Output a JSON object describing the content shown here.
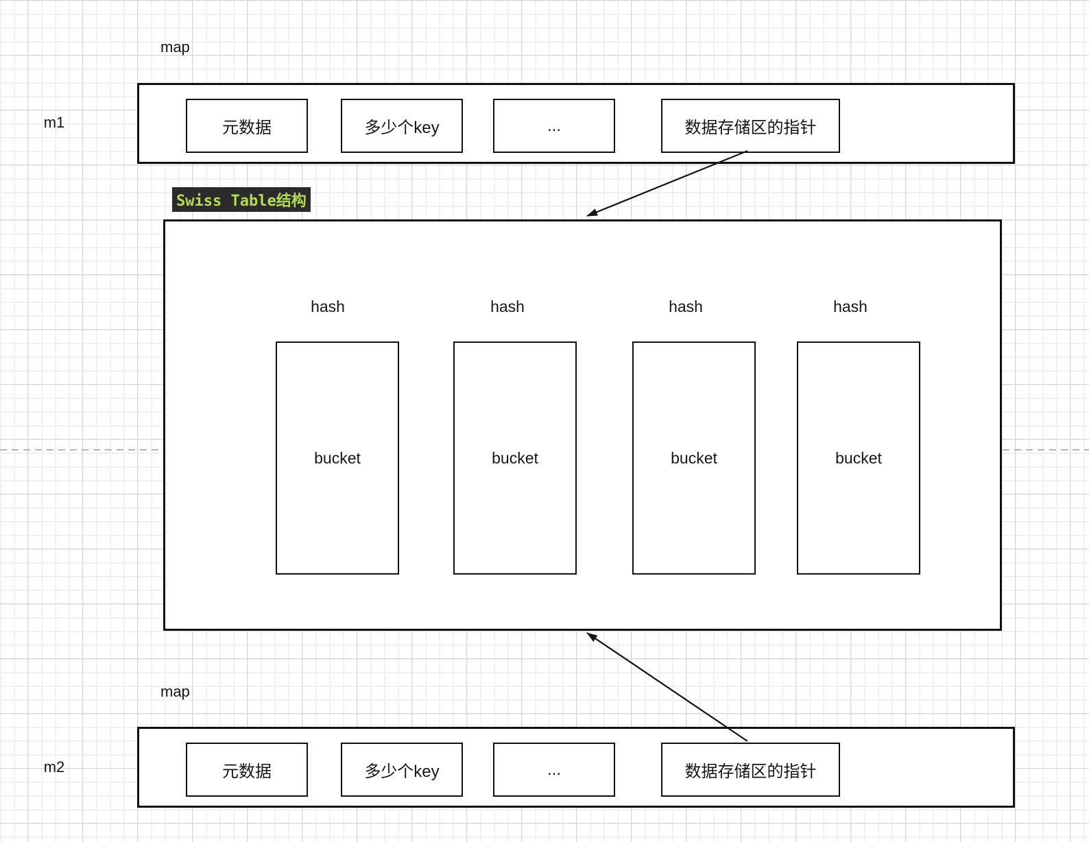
{
  "diagram": {
    "m1": {
      "map_label": "map",
      "var_label": "m1",
      "cells": [
        "元数据",
        "多少个key",
        "...",
        "数据存储区的指针"
      ]
    },
    "m2": {
      "map_label": "map",
      "var_label": "m2",
      "cells": [
        "元数据",
        "多少个key",
        "...",
        "数据存储区的指针"
      ]
    },
    "swiss_table": {
      "badge": "Swiss Table结构",
      "hash_labels": [
        "hash",
        "hash",
        "hash",
        "hash"
      ],
      "bucket_labels": [
        "bucket",
        "bucket",
        "bucket",
        "bucket"
      ]
    },
    "colors": {
      "badge_bg": "#2b2b2b",
      "badge_text": "#b4dd4e",
      "stroke": "#101010",
      "grid_minor": "#f1f1f1",
      "grid_major": "#d6d6d6",
      "dashed_guide": "#b5b5b5"
    }
  }
}
